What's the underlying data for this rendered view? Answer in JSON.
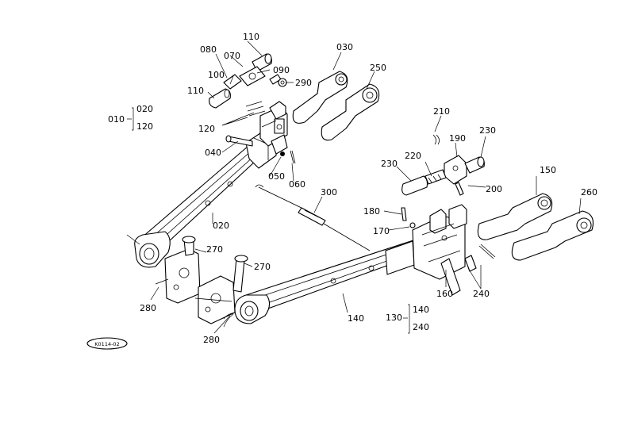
{
  "labels": {
    "p010": "010",
    "p020a": "020",
    "p020b": "020",
    "p030": "030",
    "p040": "040",
    "p050": "050",
    "p060": "060",
    "p070": "070",
    "p080": "080",
    "p090": "090",
    "p100": "100",
    "p110a": "110",
    "p110b": "110",
    "p120a": "120",
    "p120b": "120",
    "p130": "130",
    "p140a": "140",
    "p140b": "140",
    "p150": "150",
    "p160": "160",
    "p170": "170",
    "p180": "180",
    "p190": "190",
    "p200": "200",
    "p210": "210",
    "p220": "220",
    "p230a": "230",
    "p230b": "230",
    "p240a": "240",
    "p240b": "240",
    "p250": "250",
    "p260": "260",
    "p270a": "270",
    "p270b": "270",
    "p280a": "280",
    "p280b": "280",
    "p290": "290",
    "p300": "300"
  },
  "drawing_code": "K0114-02"
}
